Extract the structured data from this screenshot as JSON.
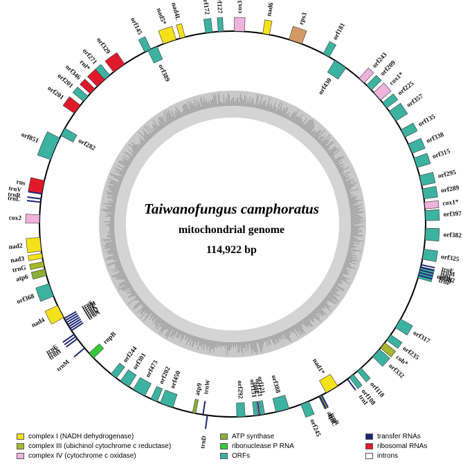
{
  "title": "Taiwanofungus camphoratus",
  "subtitle": "mitochondrial genome",
  "size": "114,922 bp",
  "colors": {
    "complexI": "#f5e11a",
    "complexIII": "#a6b92c",
    "complexIV": "#f0b3dc",
    "atp": "#8bae38",
    "rnaseP": "#36c93a",
    "orf": "#3cb3a0",
    "trna": "#1c2673",
    "rrna": "#e11a2b",
    "intron": "#ffffff",
    "rps": "#d49a64"
  },
  "legend": [
    {
      "label": "complex I (NADH dehydrogenase)",
      "color": "#f5e11a"
    },
    {
      "label": "complex III (ubichinol cytochrome c reductase)",
      "color": "#a6b92c"
    },
    {
      "label": "complex IV (cytochrome c oxidase)",
      "color": "#f0b3dc"
    },
    {
      "label": "ATP synthase",
      "color": "#8bae38"
    },
    {
      "label": "ribonuclease P RNA",
      "color": "#36c93a"
    },
    {
      "label": "ORFs",
      "color": "#3cb3a0"
    },
    {
      "label": "transfer RNAs",
      "color": "#1c2673"
    },
    {
      "label": "ribosomal RNAs",
      "color": "#e11a2b"
    },
    {
      "label": "introns",
      "color": "#ffffff"
    }
  ],
  "genes": [
    {
      "name": "orf172",
      "angle": 353,
      "span": 2.0,
      "strand": "out",
      "type": "orf"
    },
    {
      "name": "orf127",
      "angle": 356.5,
      "span": 1.5,
      "strand": "out",
      "type": "orf"
    },
    {
      "name": "cox3",
      "angle": 2,
      "span": 3,
      "strand": "out",
      "type": "complexIV"
    },
    {
      "name": "nad6",
      "angle": 10,
      "span": 2,
      "strand": "out",
      "type": "complexI"
    },
    {
      "name": "rps3",
      "angle": 19,
      "span": 4,
      "strand": "out",
      "type": "rps"
    },
    {
      "name": "orf181",
      "angle": 29,
      "span": 2,
      "strand": "out",
      "type": "orf"
    },
    {
      "name": "orf430",
      "angle": 34,
      "span": 4,
      "strand": "in",
      "type": "orf"
    },
    {
      "name": "orf243",
      "angle": 42,
      "span": 2,
      "strand": "out",
      "type": "complexIV"
    },
    {
      "name": "orf209",
      "angle": 45,
      "span": 2,
      "strand": "out",
      "type": "orf"
    },
    {
      "name": "cox1*",
      "angle": 48.5,
      "span": 3,
      "strand": "out",
      "type": "complexIV"
    },
    {
      "name": "orf225",
      "angle": 52,
      "span": 2,
      "strand": "out",
      "type": "orf"
    },
    {
      "name": "orf357",
      "angle": 56,
      "span": 3.5,
      "strand": "out",
      "type": "orf"
    },
    {
      "name": "orf135",
      "angle": 62,
      "span": 2.5,
      "strand": "out",
      "type": "orf"
    },
    {
      "name": "orf338",
      "angle": 67,
      "span": 3,
      "strand": "out",
      "type": "orf"
    },
    {
      "name": "orf315",
      "angle": 71.5,
      "span": 3,
      "strand": "out",
      "type": "orf"
    },
    {
      "name": "orf295",
      "angle": 77,
      "span": 3,
      "strand": "out",
      "type": "orf"
    },
    {
      "name": "orf289",
      "angle": 81,
      "span": 3,
      "strand": "out",
      "type": "orf"
    },
    {
      "name": "cox1*",
      "angle": 84.5,
      "span": 2,
      "strand": "out",
      "type": "complexIV"
    },
    {
      "name": "orf397",
      "angle": 87.5,
      "span": 3,
      "strand": "out",
      "type": "orf"
    },
    {
      "name": "orf382",
      "angle": 93,
      "span": 3.5,
      "strand": "out",
      "type": "orf"
    },
    {
      "name": "orf325",
      "angle": 99,
      "span": 3,
      "strand": "out",
      "type": "orf"
    },
    {
      "name": "orf362",
      "angle": 104.5,
      "span": 3.5,
      "strand": "out",
      "type": "orf"
    },
    {
      "name": "orf317",
      "angle": 121,
      "span": 3,
      "strand": "out",
      "type": "orf"
    },
    {
      "name": "orf235",
      "angle": 126,
      "span": 2,
      "strand": "out",
      "type": "orf"
    },
    {
      "name": "cob*",
      "angle": 129,
      "span": 2,
      "strand": "out",
      "type": "complexIII"
    },
    {
      "name": "orf332",
      "angle": 132,
      "span": 3,
      "strand": "out",
      "type": "orf"
    },
    {
      "name": "orf118",
      "angle": 139,
      "span": 1.5,
      "strand": "out",
      "type": "orf"
    },
    {
      "name": "orf108",
      "angle": 142,
      "span": 1.5,
      "strand": "out",
      "type": "orf"
    },
    {
      "name": "nad1*",
      "angle": 149,
      "span": 4,
      "strand": "in",
      "type": "complexI"
    },
    {
      "name": "atp8",
      "angle": 153,
      "span": 1,
      "strand": "out",
      "type": "atp"
    },
    {
      "name": "orf245",
      "angle": 158,
      "span": 2.5,
      "strand": "out",
      "type": "orf"
    },
    {
      "name": "orf388",
      "angle": 165,
      "span": 4,
      "strand": "in",
      "type": "orf"
    },
    {
      "name": "orf121",
      "angle": 171,
      "span": 1.2,
      "strand": "in",
      "type": "orf"
    },
    {
      "name": "orf151",
      "angle": 173,
      "span": 1.2,
      "strand": "in",
      "type": "orf"
    },
    {
      "name": "orf292",
      "angle": 177.5,
      "span": 2.5,
      "strand": "in",
      "type": "orf"
    },
    {
      "name": "atp9",
      "angle": 191.5,
      "span": 1,
      "strand": "in",
      "type": "atp"
    },
    {
      "name": "orf450",
      "angle": 200,
      "span": 4,
      "strand": "in",
      "type": "orf"
    },
    {
      "name": "orf202",
      "angle": 204,
      "span": 2,
      "strand": "in",
      "type": "orf"
    },
    {
      "name": "orf473",
      "angle": 209,
      "span": 4,
      "strand": "in",
      "type": "orf"
    },
    {
      "name": "orf301",
      "angle": 214,
      "span": 3,
      "strand": "in",
      "type": "orf"
    },
    {
      "name": "orf244",
      "angle": 218,
      "span": 2,
      "strand": "in",
      "type": "orf"
    },
    {
      "name": "rnpB",
      "angle": 227,
      "span": 2,
      "strand": "in",
      "type": "rnaseP"
    },
    {
      "name": "nad4",
      "angle": 243,
      "span": 4,
      "strand": "out",
      "type": "complexI"
    },
    {
      "name": "orf368",
      "angle": 250,
      "span": 4,
      "strand": "out",
      "type": "orf"
    },
    {
      "name": "atp6",
      "angle": 255.5,
      "span": 2,
      "strand": "out",
      "type": "atp"
    },
    {
      "name": "trnG",
      "angle": 258,
      "span": 1.5,
      "strand": "out",
      "type": "complexIII"
    },
    {
      "name": "nad3",
      "angle": 260.5,
      "span": 1.5,
      "strand": "out",
      "type": "complexI"
    },
    {
      "name": "nad2",
      "angle": 264,
      "span": 4,
      "strand": "out",
      "type": "complexI"
    },
    {
      "name": "cox2",
      "angle": 271.5,
      "span": 2.5,
      "strand": "out",
      "type": "complexIV"
    },
    {
      "name": "rns",
      "angle": 281,
      "span": 4,
      "strand": "out",
      "type": "rrna"
    },
    {
      "name": "orf851",
      "angle": 293,
      "span": 7,
      "strand": "out",
      "type": "orf"
    },
    {
      "name": "orf282",
      "angle": 298.5,
      "span": 2.5,
      "strand": "in",
      "type": "orf"
    },
    {
      "name": "orf201",
      "angle": 306.5,
      "span": 3,
      "strand": "out",
      "type": "rrna"
    },
    {
      "name": "orf201",
      "angle": 310.5,
      "span": 2,
      "strand": "out",
      "type": "orf"
    },
    {
      "name": "orf346",
      "angle": 313.5,
      "span": 2,
      "strand": "out",
      "type": "rrna"
    },
    {
      "name": "rnl*",
      "angle": 317,
      "span": 3,
      "strand": "out",
      "type": "rrna"
    },
    {
      "name": "orf271",
      "angle": 319.5,
      "span": 2,
      "strand": "out",
      "type": "orf"
    },
    {
      "name": "orf329",
      "angle": 324,
      "span": 4,
      "strand": "out",
      "type": "rrna"
    },
    {
      "name": "orf145",
      "angle": 334,
      "span": 2,
      "strand": "out",
      "type": "orf"
    },
    {
      "name": "orf389",
      "angle": 335.5,
      "span": 3,
      "strand": "in",
      "type": "orf"
    },
    {
      "name": "nad5*",
      "angle": 341,
      "span": 4,
      "strand": "out",
      "type": "complexI"
    },
    {
      "name": "nad4L",
      "angle": 345,
      "span": 1.5,
      "strand": "out",
      "type": "complexI"
    }
  ],
  "trnas": [
    {
      "name": "trnE",
      "angle": 102.2,
      "strand": "out"
    },
    {
      "name": "trnM",
      "angle": 103.0,
      "strand": "out"
    },
    {
      "name": "trnL",
      "angle": 103.8,
      "strand": "out"
    },
    {
      "name": "trnN",
      "angle": 104.6,
      "strand": "out"
    },
    {
      "name": "trnP",
      "angle": 105.4,
      "strand": "out"
    },
    {
      "name": "trnI",
      "angle": 143.5,
      "strand": "out"
    },
    {
      "name": "trnR",
      "angle": 152.5,
      "strand": "out"
    },
    {
      "name": "trnC",
      "angle": 153.2,
      "strand": "out"
    },
    {
      "name": "orf121",
      "angle": 170.0,
      "strand": "in",
      "label_only": true
    },
    {
      "name": "trnE",
      "angle": 172.0,
      "strand": "in"
    },
    {
      "name": "trnD",
      "angle": 187.5,
      "strand": "out"
    },
    {
      "name": "trnW",
      "angle": 188.8,
      "strand": "in"
    },
    {
      "name": "trnH",
      "angle": 233.5,
      "strand": "out"
    },
    {
      "name": "trnY",
      "angle": 234.3,
      "strand": "out"
    },
    {
      "name": "trnE",
      "angle": 235.1,
      "strand": "out"
    },
    {
      "name": "trnM",
      "angle": 230.0,
      "strand": "out"
    },
    {
      "name": "trnA",
      "angle": 236.5,
      "strand": "in"
    },
    {
      "name": "trnL",
      "angle": 237.2,
      "strand": "in"
    },
    {
      "name": "trnQ",
      "angle": 237.9,
      "strand": "in"
    },
    {
      "name": "trnK",
      "angle": 238.6,
      "strand": "in"
    },
    {
      "name": "trnT",
      "angle": 239.3,
      "strand": "in"
    },
    {
      "name": "trnM",
      "angle": 240.0,
      "strand": "in"
    },
    {
      "name": "trnS",
      "angle": 240.7,
      "strand": "in"
    },
    {
      "name": "trnL",
      "angle": 276.5,
      "strand": "out"
    },
    {
      "name": "trnR",
      "angle": 277.5,
      "strand": "out"
    },
    {
      "name": "trnV",
      "angle": 279.0,
      "strand": "out"
    }
  ]
}
